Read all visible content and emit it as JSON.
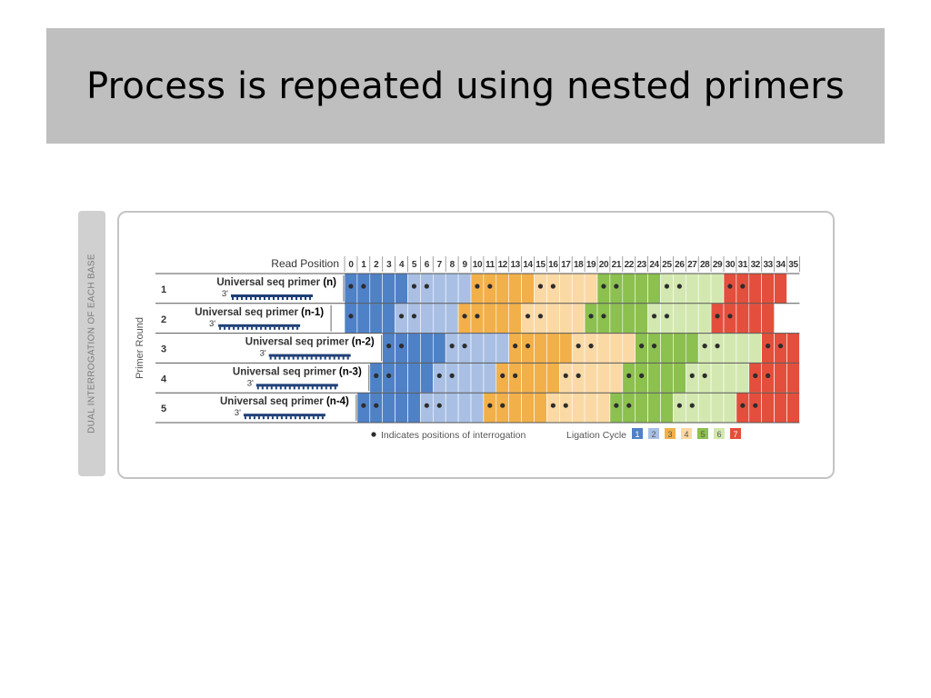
{
  "slide": {
    "title": "Process is repeated using nested primers",
    "side_label": "DUAL INTERROGATION OF EACH BASE"
  },
  "diagram": {
    "read_position_label": "Read Position",
    "primer_round_label": "Primer Round",
    "positions": [
      "0",
      "1",
      "2",
      "3",
      "4",
      "5",
      "6",
      "7",
      "8",
      "9",
      "10",
      "11",
      "12",
      "13",
      "14",
      "15",
      "16",
      "17",
      "18",
      "19",
      "20",
      "21",
      "22",
      "23",
      "24",
      "25",
      "26",
      "27",
      "28",
      "29",
      "30",
      "31",
      "32",
      "33",
      "34",
      "35"
    ],
    "rounds": [
      {
        "round": "1",
        "primer": "Universal seq primer",
        "suffix": "(n)",
        "end_label": "3'",
        "offset": 0
      },
      {
        "round": "2",
        "primer": "Universal seq primer",
        "suffix": "(n-1)",
        "end_label": "3'",
        "offset": -1
      },
      {
        "round": "3",
        "primer": "Universal seq primer",
        "suffix": "(n-2)",
        "end_label": "3'",
        "offset": 3
      },
      {
        "round": "4",
        "primer": "Universal seq primer",
        "suffix": "(n-3)",
        "end_label": "3'",
        "offset": 2
      },
      {
        "round": "5",
        "primer": "Universal seq primer",
        "suffix": "(n-4)",
        "end_label": "3'",
        "offset": 1
      }
    ],
    "positions_per_cycle": 5,
    "interrogated_per_cycle": 2,
    "legend": {
      "dot_label": "Indicates positions of interrogation",
      "cycle_label": "Ligation Cycle",
      "cycles": [
        "1",
        "2",
        "3",
        "4",
        "5",
        "6",
        "7"
      ]
    },
    "cycle_colors": [
      "#4f81c7",
      "#a9c0e4",
      "#f2b04a",
      "#fbd9a4",
      "#8cc04f",
      "#d3e8b0",
      "#e34f3c"
    ]
  }
}
